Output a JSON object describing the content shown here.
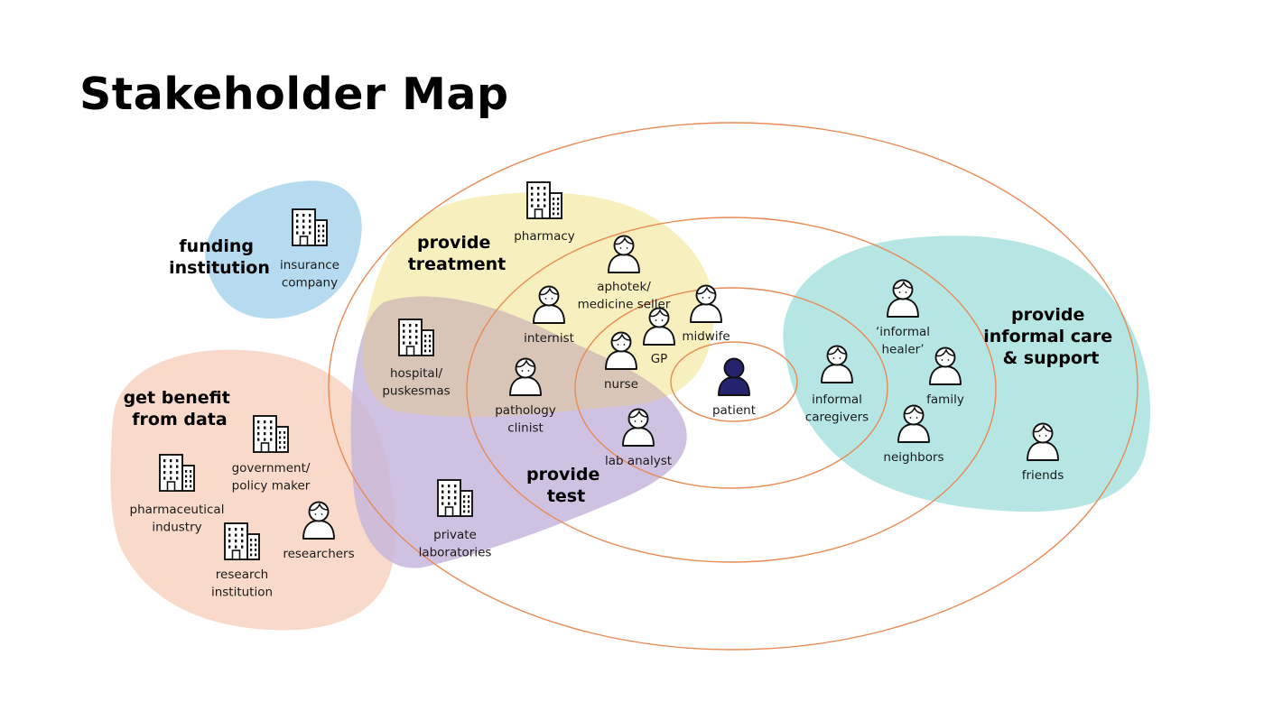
{
  "title": "Stakeholder Map",
  "colors": {
    "ring": "#e98a55",
    "funding": "#a9d3ec",
    "data": "#f8d2c0",
    "treatment": "#f6ecb2",
    "test": "#c7b6dc",
    "overlap": "#d9c6b3",
    "informal": "#a8e2de",
    "patient": "#23236e"
  },
  "groups": {
    "funding": [
      "funding",
      "institution"
    ],
    "data": [
      "get benefit",
      "from data"
    ],
    "treatment": [
      "provide",
      "treatment"
    ],
    "test": [
      "provide",
      "test"
    ],
    "informal": [
      "provide",
      "informal care",
      "& support"
    ]
  },
  "stakeholders": [
    {
      "id": "insurance-company",
      "icon": "building-icon",
      "lines": [
        "insurance",
        "company"
      ]
    },
    {
      "id": "pharmacy",
      "icon": "building-icon",
      "lines": [
        "pharmacy"
      ]
    },
    {
      "id": "aphotek",
      "icon": "person-icon",
      "lines": [
        "aphotek/",
        "medicine seller"
      ]
    },
    {
      "id": "internist",
      "icon": "person-icon",
      "lines": [
        "internist"
      ]
    },
    {
      "id": "midwife",
      "icon": "person-icon",
      "lines": [
        "midwife"
      ]
    },
    {
      "id": "gp",
      "icon": "person-icon",
      "lines": [
        "GP"
      ]
    },
    {
      "id": "nurse",
      "icon": "person-icon",
      "lines": [
        "nurse"
      ]
    },
    {
      "id": "hospital",
      "icon": "building-icon",
      "lines": [
        "hospital/",
        "puskesmas"
      ]
    },
    {
      "id": "pathology-clinist",
      "icon": "person-icon",
      "lines": [
        "pathology",
        "clinist"
      ]
    },
    {
      "id": "lab-analyst",
      "icon": "person-icon",
      "lines": [
        "lab analyst"
      ]
    },
    {
      "id": "patient",
      "icon": "person-icon",
      "lines": [
        "patient"
      ]
    },
    {
      "id": "informal-caregivers",
      "icon": "person-icon",
      "lines": [
        "informal",
        "caregivers"
      ]
    },
    {
      "id": "informal-healer",
      "icon": "person-icon",
      "lines": [
        "‘informal",
        "healer’"
      ]
    },
    {
      "id": "family",
      "icon": "person-icon",
      "lines": [
        "family"
      ]
    },
    {
      "id": "neighbors",
      "icon": "person-icon",
      "lines": [
        "neighbors"
      ]
    },
    {
      "id": "friends",
      "icon": "person-icon",
      "lines": [
        "friends"
      ]
    },
    {
      "id": "government",
      "icon": "building-icon",
      "lines": [
        "government/",
        "policy maker"
      ]
    },
    {
      "id": "pharmaceutical-industry",
      "icon": "building-icon",
      "lines": [
        "pharmaceutical",
        "industry"
      ]
    },
    {
      "id": "researchers",
      "icon": "person-icon",
      "lines": [
        "researchers"
      ]
    },
    {
      "id": "research-institution",
      "icon": "building-icon",
      "lines": [
        "research",
        "institution"
      ]
    },
    {
      "id": "private-laboratories",
      "icon": "building-icon",
      "lines": [
        "private",
        "laboratories"
      ]
    }
  ]
}
